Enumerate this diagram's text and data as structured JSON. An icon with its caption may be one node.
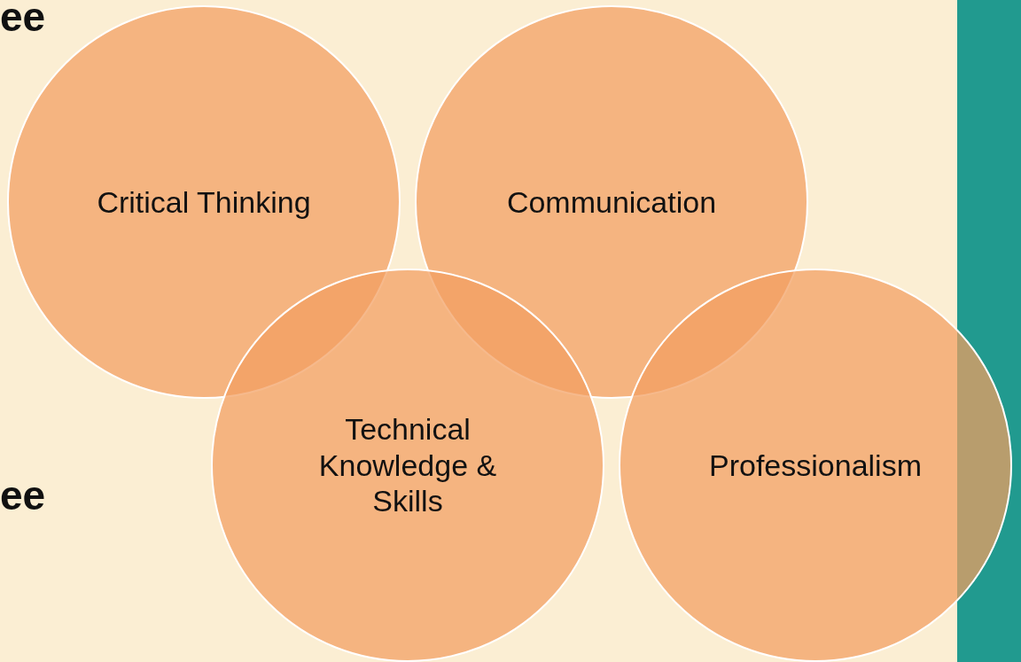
{
  "diagram": {
    "nodes": [
      {
        "text": [
          "Critical Thinking"
        ]
      },
      {
        "text": [
          "Communication"
        ]
      },
      {
        "text": [
          "Technical Knowledge & Skills"
        ]
      },
      {
        "text": [
          "Professionalism"
        ]
      }
    ],
    "labels": [
      "ee",
      "ee"
    ]
  }
}
